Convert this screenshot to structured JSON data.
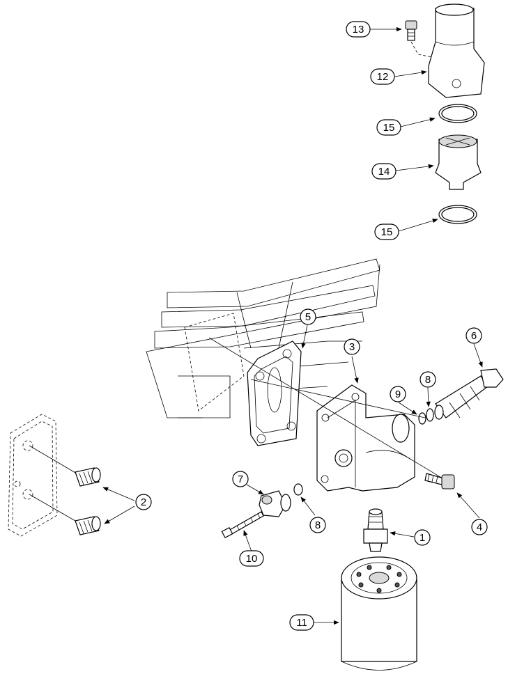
{
  "callouts": [
    {
      "id": "c1",
      "text": "1"
    },
    {
      "id": "c2",
      "text": "2"
    },
    {
      "id": "c3",
      "text": "3"
    },
    {
      "id": "c4",
      "text": "4"
    },
    {
      "id": "c5",
      "text": "5"
    },
    {
      "id": "c6",
      "text": "6"
    },
    {
      "id": "c7",
      "text": "7"
    },
    {
      "id": "c8a",
      "text": "8"
    },
    {
      "id": "c8b",
      "text": "8"
    },
    {
      "id": "c9",
      "text": "9"
    },
    {
      "id": "c10",
      "text": "10"
    },
    {
      "id": "c11",
      "text": "11"
    },
    {
      "id": "c12",
      "text": "12"
    },
    {
      "id": "c13",
      "text": "13"
    },
    {
      "id": "c14",
      "text": "14"
    },
    {
      "id": "c15a",
      "text": "15"
    },
    {
      "id": "c15b",
      "text": "15"
    }
  ]
}
